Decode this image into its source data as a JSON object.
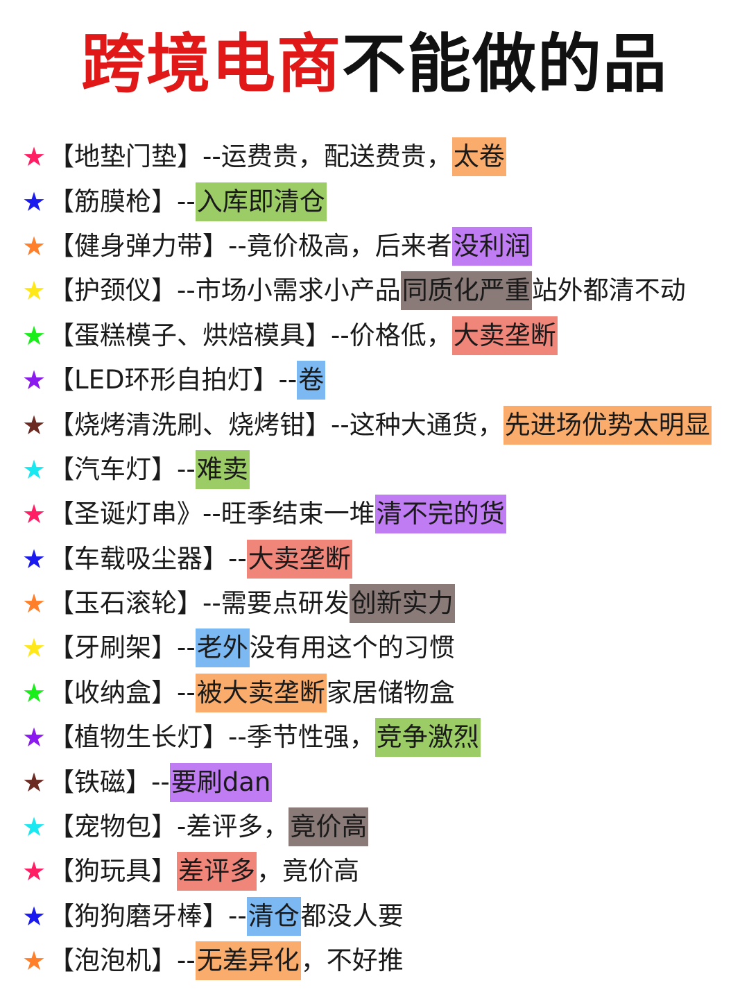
{
  "title": {
    "part1": "跨境电商",
    "part2": "不能做的品"
  },
  "colors": {
    "title_red": "#e01818",
    "stars": [
      "#ff1e64",
      "#1a1aee",
      "#ff7f2a",
      "#ffe81a",
      "#1aee1a",
      "#8a1aee",
      "#6b2a22",
      "#1ae8f0"
    ],
    "highlights": {
      "orange": "#f9ac6b",
      "green": "#9ccc65",
      "purple": "#c07cf2",
      "brown": "#8a7a78",
      "salmon": "#f0857a",
      "blue": "#7cb9f2"
    }
  },
  "items": [
    {
      "star": "#ff1e64",
      "pre": "【地垫门垫】--运费贵，配送费贵，",
      "hl": "太卷",
      "hl_color": "orange",
      "post": ""
    },
    {
      "star": "#1a1aee",
      "pre": "【筋膜枪】--",
      "hl": "入库即清仓",
      "hl_color": "green",
      "post": ""
    },
    {
      "star": "#ff7f2a",
      "pre": "【健身弹力带】--竟价极高，后来者",
      "hl": "没利润",
      "hl_color": "purple",
      "post": ""
    },
    {
      "star": "#ffe81a",
      "pre": "【护颈仪】--市场小需求小产品",
      "hl": "同质化严重",
      "hl_color": "brown",
      "post": "站外都清不动"
    },
    {
      "star": "#1aee1a",
      "pre": "【蛋糕模子、烘焙模具】--价格低，",
      "hl": "大卖垄断",
      "hl_color": "salmon",
      "post": ""
    },
    {
      "star": "#8a1aee",
      "pre": "【LED环形自拍灯】--",
      "hl": "卷",
      "hl_color": "blue",
      "post": ""
    },
    {
      "star": "#6b2a22",
      "pre": "【烧烤清洗刷、烧烤钳】--这种大通货，",
      "hl": "先进场优势太明显",
      "hl_color": "orange",
      "post": ""
    },
    {
      "star": "#1ae8f0",
      "pre": "【汽车灯】--",
      "hl": "难卖",
      "hl_color": "green",
      "post": ""
    },
    {
      "star": "#ff1e64",
      "pre": "【圣诞灯串》--旺季结束一堆",
      "hl": "清不完的货",
      "hl_color": "purple",
      "post": ""
    },
    {
      "star": "#1a1aee",
      "pre": "【车载吸尘器】--",
      "hl": "大卖垄断",
      "hl_color": "salmon",
      "post": ""
    },
    {
      "star": "#ff7f2a",
      "pre": "【玉石滚轮】--需要点研发",
      "hl": "创新实力",
      "hl_color": "brown",
      "post": ""
    },
    {
      "star": "#ffe81a",
      "pre": "【牙刷架】--",
      "hl": "老外",
      "hl_color": "blue",
      "post": "没有用这个的习惯"
    },
    {
      "star": "#1aee1a",
      "pre": "【收纳盒】--",
      "hl": "被大卖垄断",
      "hl_color": "orange",
      "post": "家居储物盒"
    },
    {
      "star": "#8a1aee",
      "pre": "【植物生长灯】--季节性强，",
      "hl": "竞争激烈",
      "hl_color": "green",
      "post": ""
    },
    {
      "star": "#6b2a22",
      "pre": "【铁磁】--",
      "hl": "要刷dan",
      "hl_color": "purple",
      "post": ""
    },
    {
      "star": "#1ae8f0",
      "pre": "【宠物包】-差评多，",
      "hl": " 竟价高",
      "hl_color": "brown",
      "post": ""
    },
    {
      "star": "#ff1e64",
      "pre": "【狗玩具】",
      "hl": "差评多",
      "hl_color": "salmon",
      "post": "，竟价高"
    },
    {
      "star": "#1a1aee",
      "pre": "【狗狗磨牙棒】--",
      "hl": "清仓",
      "hl_color": "blue",
      "post": "都没人要"
    },
    {
      "star": "#ff7f2a",
      "pre": "【泡泡机】--",
      "hl": "无差异化",
      "hl_color": "orange",
      "post": "，不好推"
    }
  ]
}
